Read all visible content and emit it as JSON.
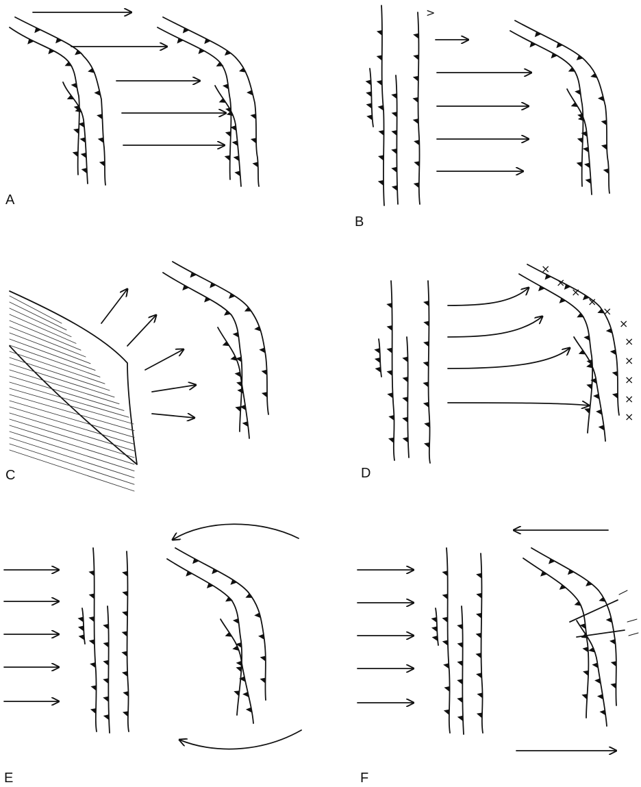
{
  "panels": [
    {
      "id": "A",
      "label": "A"
    },
    {
      "id": "B",
      "label": "B"
    },
    {
      "id": "C",
      "label": "C"
    },
    {
      "id": "D",
      "label": "D"
    },
    {
      "id": "E",
      "label": "E"
    },
    {
      "id": "F",
      "label": "F"
    }
  ],
  "symbols": {
    "thrust_fault": "thrust-fault-barbed-line",
    "motion": "arrow",
    "x_mark": "x"
  },
  "colors": {
    "ink": "#111111",
    "background": "#ffffff"
  }
}
